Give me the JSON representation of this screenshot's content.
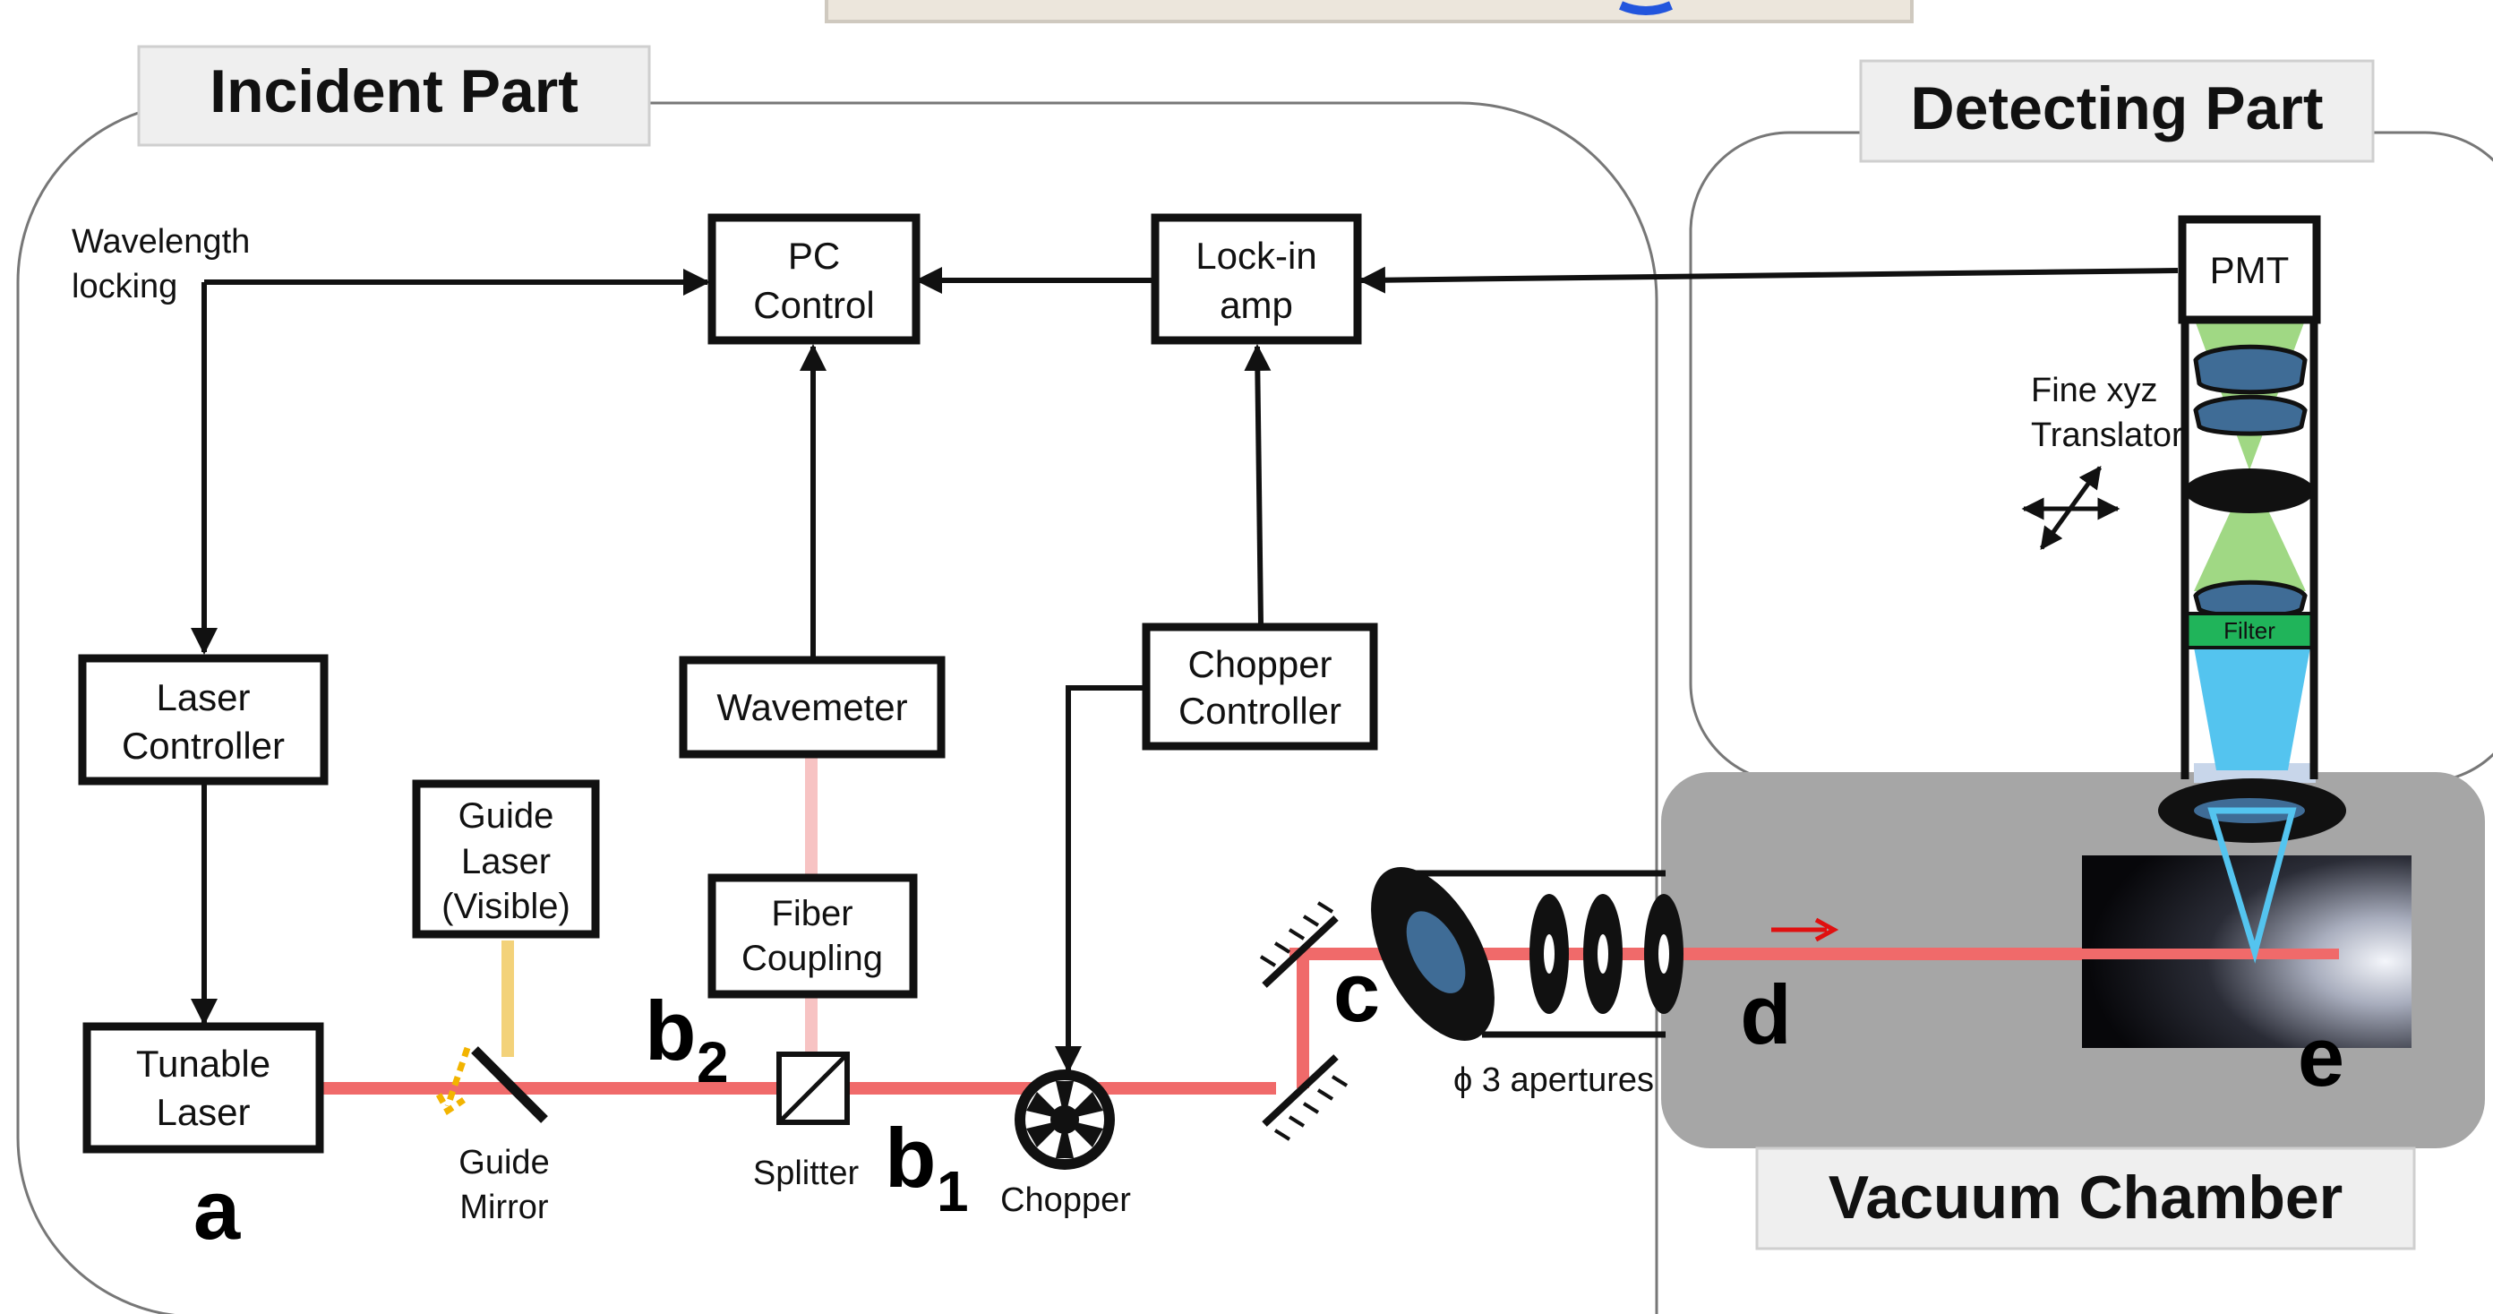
{
  "sections": {
    "incident": "Incident Part",
    "detecting": "Detecting Part",
    "vacuum": "Vacuum Chamber"
  },
  "boxes": {
    "pc_control": [
      "PC",
      "Control"
    ],
    "lockin": [
      "Lock-in",
      "amp"
    ],
    "pmt": "PMT",
    "laser_controller": [
      "Laser",
      "Controller"
    ],
    "wavemeter": "Wavemeter",
    "chopper_controller": [
      "Chopper",
      "Controller"
    ],
    "guide_laser": [
      "Guide",
      "Laser",
      "(Visible)"
    ],
    "fiber_coupling": [
      "Fiber",
      "Coupling"
    ],
    "tunable_laser": [
      "Tunable",
      "Laser"
    ]
  },
  "labels": {
    "wavelength_locking": [
      "Wavelength",
      "locking"
    ],
    "guide_mirror": [
      "Guide",
      "Mirror"
    ],
    "splitter": "Splitter",
    "chopper": "Chopper",
    "apertures": "ϕ 3 apertures",
    "translator": [
      "Fine xyz",
      "Translator"
    ],
    "filter": "Filter"
  },
  "points": {
    "a": "a",
    "b2": "b",
    "b2_sub": "2",
    "b1": "b",
    "b1_sub": "1",
    "c": "c",
    "d": "d",
    "e": "e"
  },
  "colors": {
    "laser_beam": "#f06a6a",
    "fiber_beam": "#f7c3c3",
    "guide_beam": "#f3d27a",
    "guide_arrow": "#f2b400",
    "chamber": "#a6a6a6",
    "emission": "#54c4ef",
    "lens": "#2f5f8f",
    "cone": "#8fd16f",
    "filter": "#20b45a",
    "arrow_red": "#e01010"
  }
}
